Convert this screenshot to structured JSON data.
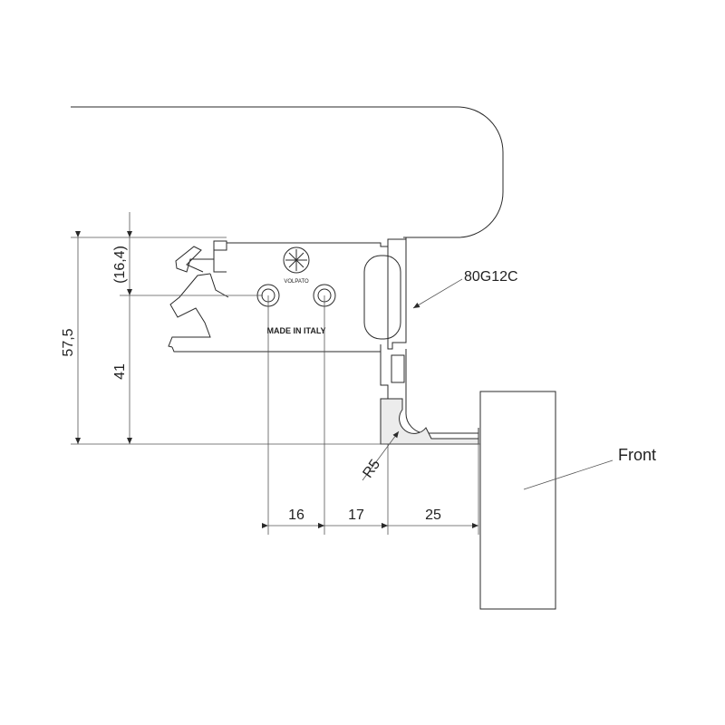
{
  "labels": {
    "part_code": "80G12C",
    "front": "Front",
    "made_in": "MADE IN ITALY",
    "brand": "VOLPATO"
  },
  "dimensions": {
    "total_height": "57,5",
    "upper_offset": "(16,4)",
    "lower_height": "41",
    "radius": "R5",
    "hole_spacing": "16",
    "hole_to_edge": "17",
    "edge_to_front": "25"
  }
}
